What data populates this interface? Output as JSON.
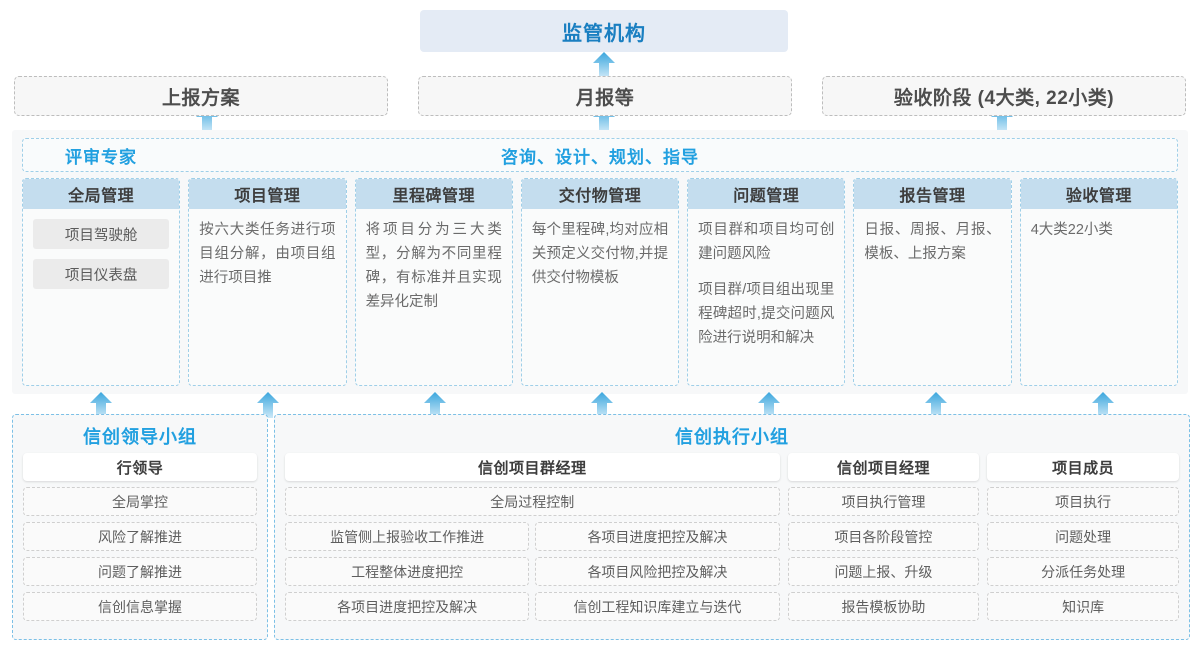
{
  "top": {
    "regulator": "监管机构",
    "reports": [
      {
        "label": "上报方案"
      },
      {
        "label": "月报等"
      },
      {
        "label": "验收阶段 (4大类, 22小类)"
      }
    ]
  },
  "middle": {
    "left_title": "评审专家",
    "center_title": "咨询、设计、规划、指导",
    "cards": [
      {
        "title": "全局管理",
        "pills": [
          "项目驾驶舱",
          "项目仪表盘"
        ],
        "paragraphs": []
      },
      {
        "title": "项目管理",
        "pills": [],
        "paragraphs": [
          "按六大类任务进行项目组分解，由项目组进行项目推"
        ]
      },
      {
        "title": "里程碑管理",
        "pills": [],
        "paragraphs": [
          "将项目分为三大类型，分解为不同里程碑，有标准并且实现差异化定制"
        ]
      },
      {
        "title": "交付物管理",
        "pills": [],
        "paragraphs": [
          "每个里程碑,均对应相关预定义交付物,并提供交付物模板"
        ]
      },
      {
        "title": "问题管理",
        "pills": [],
        "paragraphs": [
          "项目群和项目均可创建问题风险",
          "项目群/项目组出现里程碑超时,提交问题风险进行说明和解决"
        ]
      },
      {
        "title": "报告管理",
        "pills": [],
        "paragraphs": [
          "日报、周报、月报、模板、上报方案"
        ]
      },
      {
        "title": "验收管理",
        "pills": [],
        "paragraphs": [
          "4大类22小类"
        ]
      }
    ]
  },
  "bottom": {
    "leader_group": {
      "title": "信创领导小组",
      "roles": [
        {
          "name": "行领导",
          "columns": [
            [
              "全局掌控",
              "风险了解推进",
              "问题了解推进",
              "信创信息掌握"
            ]
          ]
        }
      ]
    },
    "exec_group": {
      "title": "信创执行小组",
      "roles": [
        {
          "name": "信创项目群经理",
          "full_width_duty": "全局过程控制",
          "columns": [
            [
              "监管侧上报验收工作推进",
              "工程整体进度把控",
              "各项目进度把控及解决"
            ],
            [
              "各项目进度把控及解决",
              "各项目风险把控及解决",
              "信创工程知识库建立与迭代"
            ]
          ]
        },
        {
          "name": "信创项目经理",
          "columns": [
            [
              "项目执行管理",
              "项目各阶段管控",
              "问题上报、升级",
              "报告模板协助"
            ]
          ]
        },
        {
          "name": "项目成员",
          "columns": [
            [
              "项目执行",
              "问题处理",
              "分派任务处理",
              "知识库"
            ]
          ]
        }
      ]
    }
  },
  "colors": {
    "accent_blue": "#22a0e0",
    "header_blue": "#c4ddee",
    "regulator_bg": "#e4ebf5",
    "arrow_top": "#3aa6dd",
    "arrow_bottom": "#bfe3f5"
  },
  "arrows": {
    "icon": "arrow-up-icon",
    "top_row_count": 3,
    "mid_row_count": 7
  }
}
